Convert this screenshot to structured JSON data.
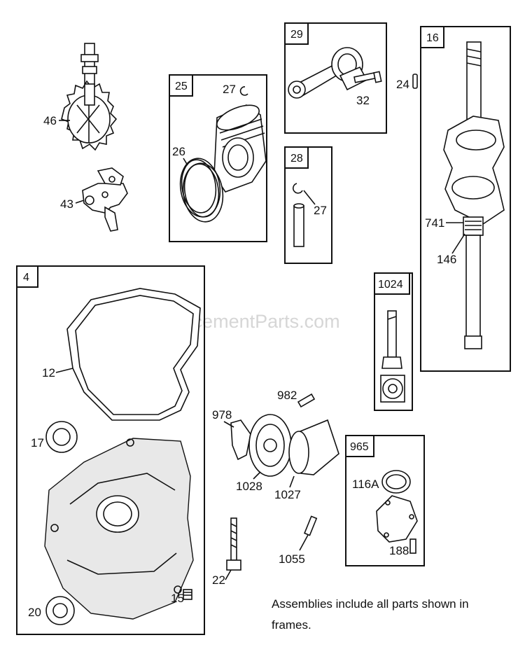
{
  "watermark": "eReplacementParts.com",
  "frames": {
    "f25": "25",
    "f29": "29",
    "f16": "16",
    "f28": "28",
    "f4": "4",
    "f1024": "1024",
    "f965": "965"
  },
  "callouts": {
    "c46": "46",
    "c43": "43",
    "c27a": "27",
    "c26": "26",
    "c32": "32",
    "c24": "24",
    "c27b": "27",
    "c741": "741",
    "c146": "146",
    "c12": "12",
    "c17": "17",
    "c20": "20",
    "c15": "15",
    "c978": "978",
    "c982": "982",
    "c1028": "1028",
    "c1027": "1027",
    "c1055": "1055",
    "c22": "22",
    "c116a": "116A",
    "c188": "188"
  },
  "note": {
    "line1": "Assemblies include all parts shown in",
    "line2": "frames."
  }
}
